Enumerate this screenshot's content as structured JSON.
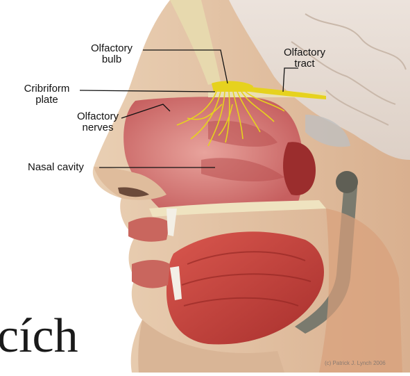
{
  "labels": {
    "olfactory_bulb": [
      "Olfactory",
      "bulb"
    ],
    "olfactory_tract": [
      "Olfactory",
      "tract"
    ],
    "cribriform_plate": [
      "Cribriform",
      "plate"
    ],
    "olfactory_nerves": [
      "Olfactory",
      "nerves"
    ],
    "nasal_cavity": "Nasal cavity"
  },
  "slide_text_fragment": "cích",
  "credit": "(c) Patrick J. Lynch 2006",
  "colors": {
    "skin": "#e8c9a8",
    "brain": "#e6dbd2",
    "nasal_cavity": "#d97a7a",
    "muscle": "#c9413c",
    "nerve": "#e6d21e",
    "bone": "#e3d6b0",
    "background": "#ffffff"
  }
}
